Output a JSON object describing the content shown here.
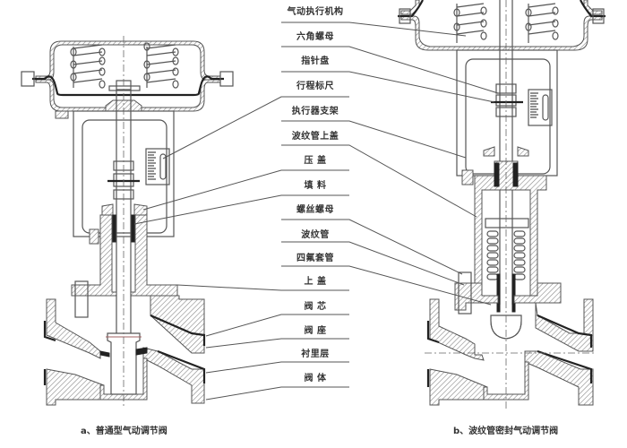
{
  "diagram": {
    "labels": [
      {
        "id": "pneumatic-actuator",
        "text": "气动执行机构"
      },
      {
        "id": "hex-nut",
        "text": "六角螺母"
      },
      {
        "id": "pointer-disc",
        "text": "指针盘"
      },
      {
        "id": "stroke-scale",
        "text": "行程标尺"
      },
      {
        "id": "actuator-bracket",
        "text": "执行器支架"
      },
      {
        "id": "bellows-upper-cover",
        "text": "波纹管上盖"
      },
      {
        "id": "gland",
        "text": "压  盖"
      },
      {
        "id": "packing",
        "text": "填  料"
      },
      {
        "id": "threaded-nut",
        "text": "螺丝螺母"
      },
      {
        "id": "bellows",
        "text": "波纹管"
      },
      {
        "id": "ptfe-sleeve",
        "text": "四氟套管"
      },
      {
        "id": "bonnet",
        "text": "上  盖"
      },
      {
        "id": "valve-plug",
        "text": "阀  芯"
      },
      {
        "id": "valve-seat",
        "text": "阀  座"
      },
      {
        "id": "lining",
        "text": "衬里层"
      },
      {
        "id": "valve-body",
        "text": "阀  体"
      }
    ],
    "captions": {
      "left": "a、普通型气动调节阀",
      "right": "b、波纹管密封气动调节阀"
    }
  }
}
